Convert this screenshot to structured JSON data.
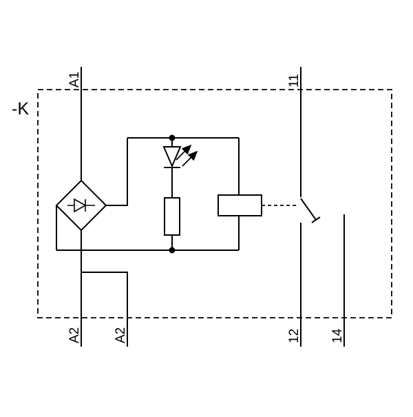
{
  "colors": {
    "background": "#ffffff",
    "stroke": "#000000"
  },
  "schematic": {
    "device_label": "-K",
    "terminals": {
      "a1": "A1",
      "t11": "11",
      "a2_left": "A2",
      "a2_right": "A2",
      "t12": "12",
      "t14": "14"
    }
  }
}
